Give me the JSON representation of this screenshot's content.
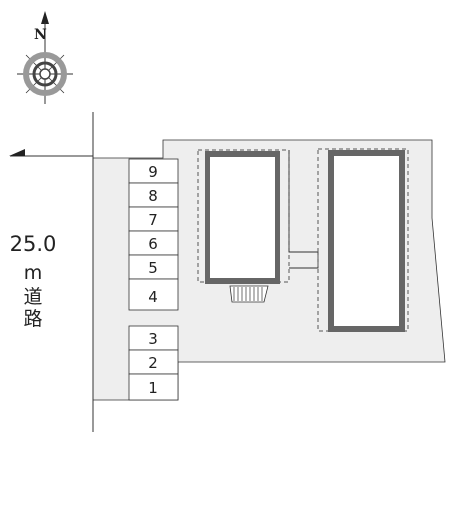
{
  "compass": {
    "north_letter": "N",
    "icon": "compass-rose-icon"
  },
  "road": {
    "width": "25.0",
    "unit": "m",
    "kanji_1": "道",
    "kanji_2": "路"
  },
  "parking_slots": {
    "upper_row": [
      "9",
      "8",
      "7",
      "6",
      "5",
      "4"
    ],
    "lower_row": [
      "3",
      "2",
      "1"
    ]
  },
  "colors": {
    "site": "#eeeeee",
    "building_frame": "#666666",
    "building_inner": "#ffffff",
    "line": "#333333"
  }
}
